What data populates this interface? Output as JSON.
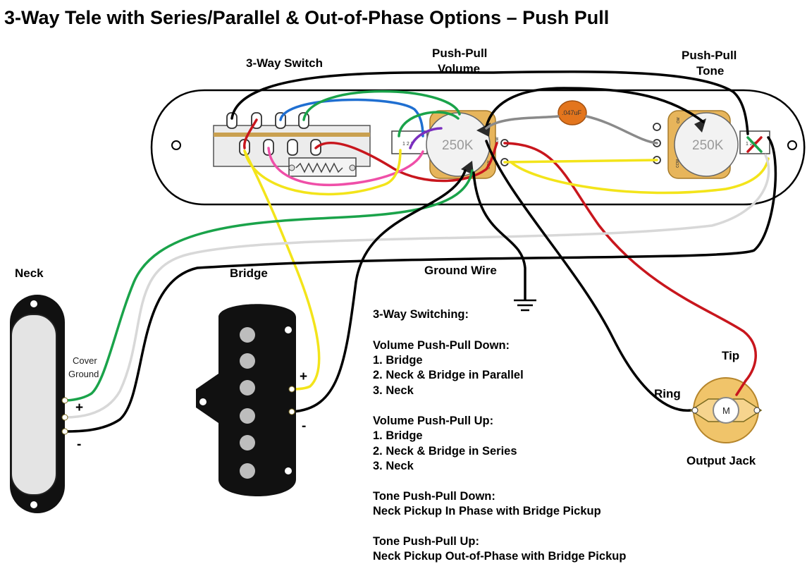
{
  "title": "3-Way Tele with Series/Parallel & Out-of-Phase Options – Push Pull",
  "labels": {
    "switch": "3-Way Switch",
    "volume_line1": "Push-Pull",
    "volume_line2": "Volume",
    "tone_line1": "Push-Pull",
    "tone_line2": "Tone",
    "neck": "Neck",
    "bridge": "Bridge",
    "cover_ground_line1": "Cover",
    "cover_ground_line2": "Ground",
    "ground_wire": "Ground Wire",
    "tip": "Tip",
    "ring": "Ring",
    "output_jack": "Output Jack",
    "jack_center": "M",
    "pot_value_volume": "250K",
    "pot_value_tone": "250K",
    "capacitor": ".047uF",
    "plus": "+",
    "minus": "-",
    "cw": "cw",
    "ccw": "ccw"
  },
  "notes": [
    "3-Way Switching:",
    "Volume Push-Pull Down:",
    "1. Bridge",
    "2. Neck & Bridge in Parallel",
    "3. Neck",
    "Volume Push-Pull Up:",
    "1. Bridge",
    "2. Neck & Bridge in Series",
    "3. Neck",
    "Tone Push-Pull Down:",
    "Neck Pickup In Phase with Bridge Pickup",
    "Tone Push-Pull Up:",
    "Neck Pickup Out-of-Phase with Bridge Pickup"
  ],
  "colors": {
    "black": "#000000",
    "red": "#c8161d",
    "green": "#1aa34a",
    "blue": "#1f6fd1",
    "yellow": "#f3e41a",
    "pink": "#ef4fa8",
    "purple": "#7b2fbf",
    "white_wire": "#dcdcdc",
    "gray_wire": "#8a8a8a",
    "pot_brass": "#e7b55b",
    "cap_orange": "#e3751d",
    "jack_brass": "#f0c46a"
  }
}
